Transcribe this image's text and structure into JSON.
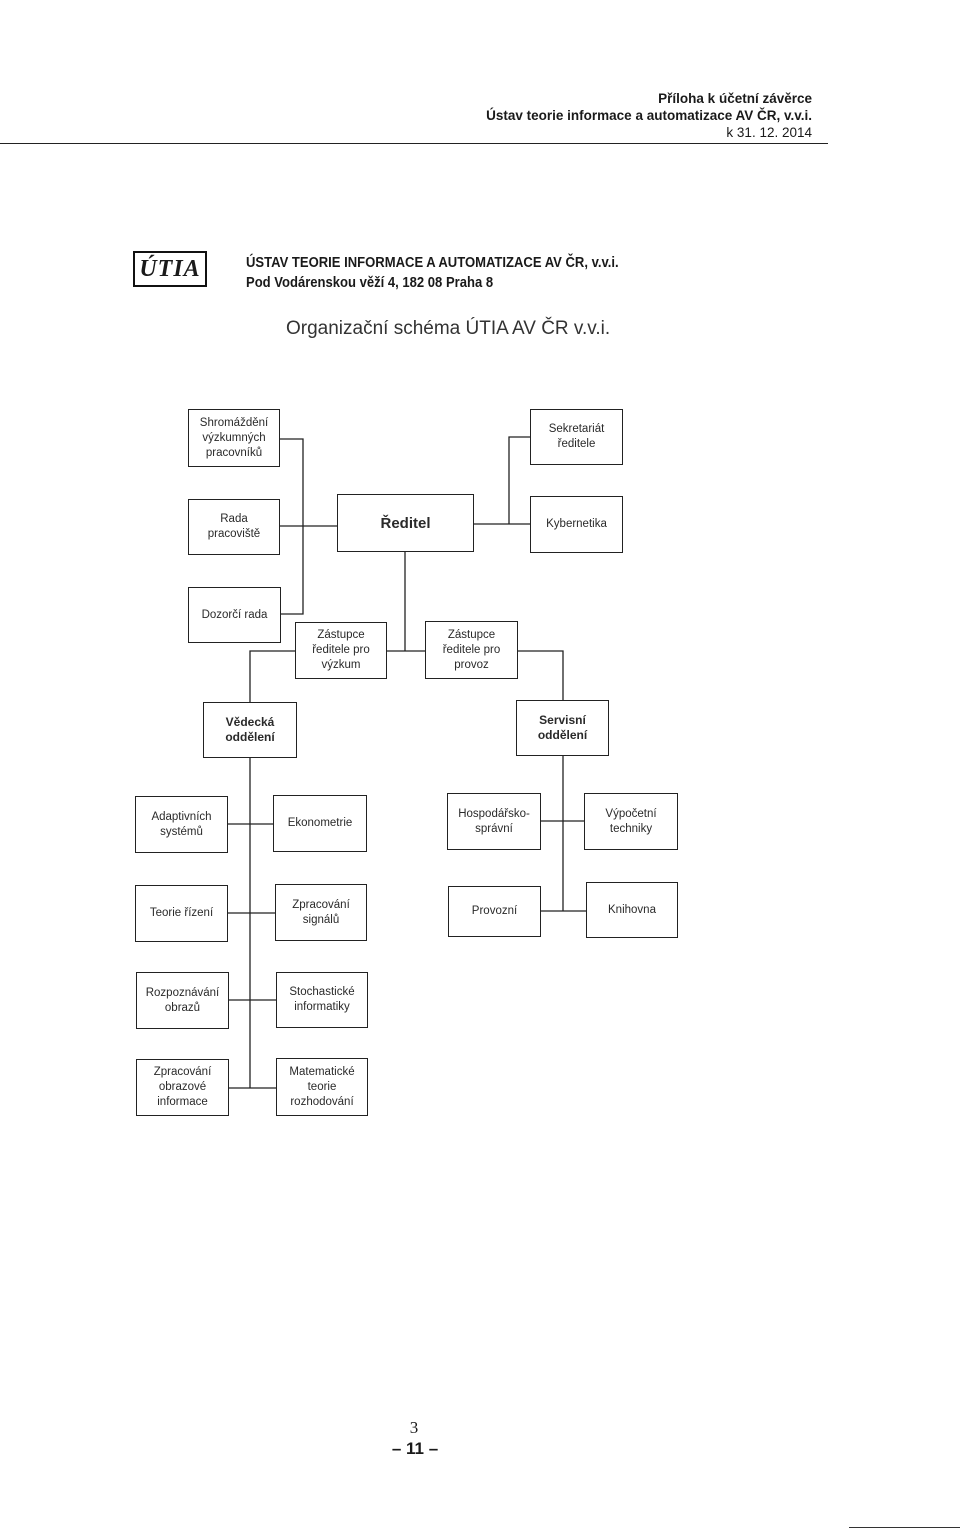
{
  "header": {
    "line1": "Příloha k účetní závěrce",
    "line2": "Ústav teorie informace a automatizace AV ČR, v.v.i.",
    "line3": "k 31. 12. 2014"
  },
  "logo": {
    "text": "ÚTIA"
  },
  "institution": {
    "name": "ÚSTAV TEORIE INFORMACE A AUTOMATIZACE AV ČR, v.v.i.",
    "address": "Pod Vodárenskou věží 4, 182 08 Praha 8"
  },
  "document_title": "Organizační schéma ÚTIA AV ČR v.v.i.",
  "org": {
    "shromazdeni": "Shromáždění výzkumných pracovníků",
    "sekretariat": "Sekretariát ředitele",
    "rada": "Rada pracoviště",
    "reditel": "Ředitel",
    "kybernetika": "Kybernetika",
    "dozorci": "Dozorčí rada",
    "zastupce_vyzkum": "Zástupce ředitele pro výzkum",
    "zastupce_provoz": "Zástupce ředitele pro provoz",
    "vedecka": "Vědecká oddělení",
    "servisni": "Servisní oddělení",
    "adaptivnich": "Adaptivních systémů",
    "ekonometrie": "Ekonometrie",
    "teorie_rizeni": "Teorie řízení",
    "zpracovani_signalu": "Zpracování signálů",
    "rozpoznavani": "Rozpoznávání obrazů",
    "stochasticke": "Stochastické informatiky",
    "zpracovani_obrazove": "Zpracování obrazové informace",
    "matematicke": "Matematické teorie rozhodování",
    "hospodarsko": "Hospodářsko-správní",
    "vypocetni": "Výpočetní techniky",
    "provozni": "Provozní",
    "knihovna": "Knihovna"
  },
  "footer": {
    "page_number": "3",
    "page_total": "– 11 –"
  }
}
